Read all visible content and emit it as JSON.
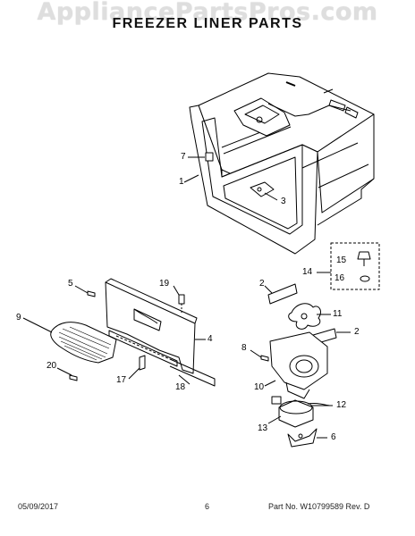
{
  "watermark": "AppliancePartsPros.com",
  "title": "FREEZER LINER PARTS",
  "callouts": [
    "1",
    "2",
    "2",
    "3",
    "4",
    "5",
    "6",
    "7",
    "8",
    "9",
    "10",
    "11",
    "12",
    "13",
    "14",
    "15",
    "16",
    "17",
    "18",
    "19",
    "20"
  ],
  "footer": {
    "date": "05/09/2017",
    "page": "6",
    "part_no": "Part No.  W10799589  Rev.  D"
  }
}
